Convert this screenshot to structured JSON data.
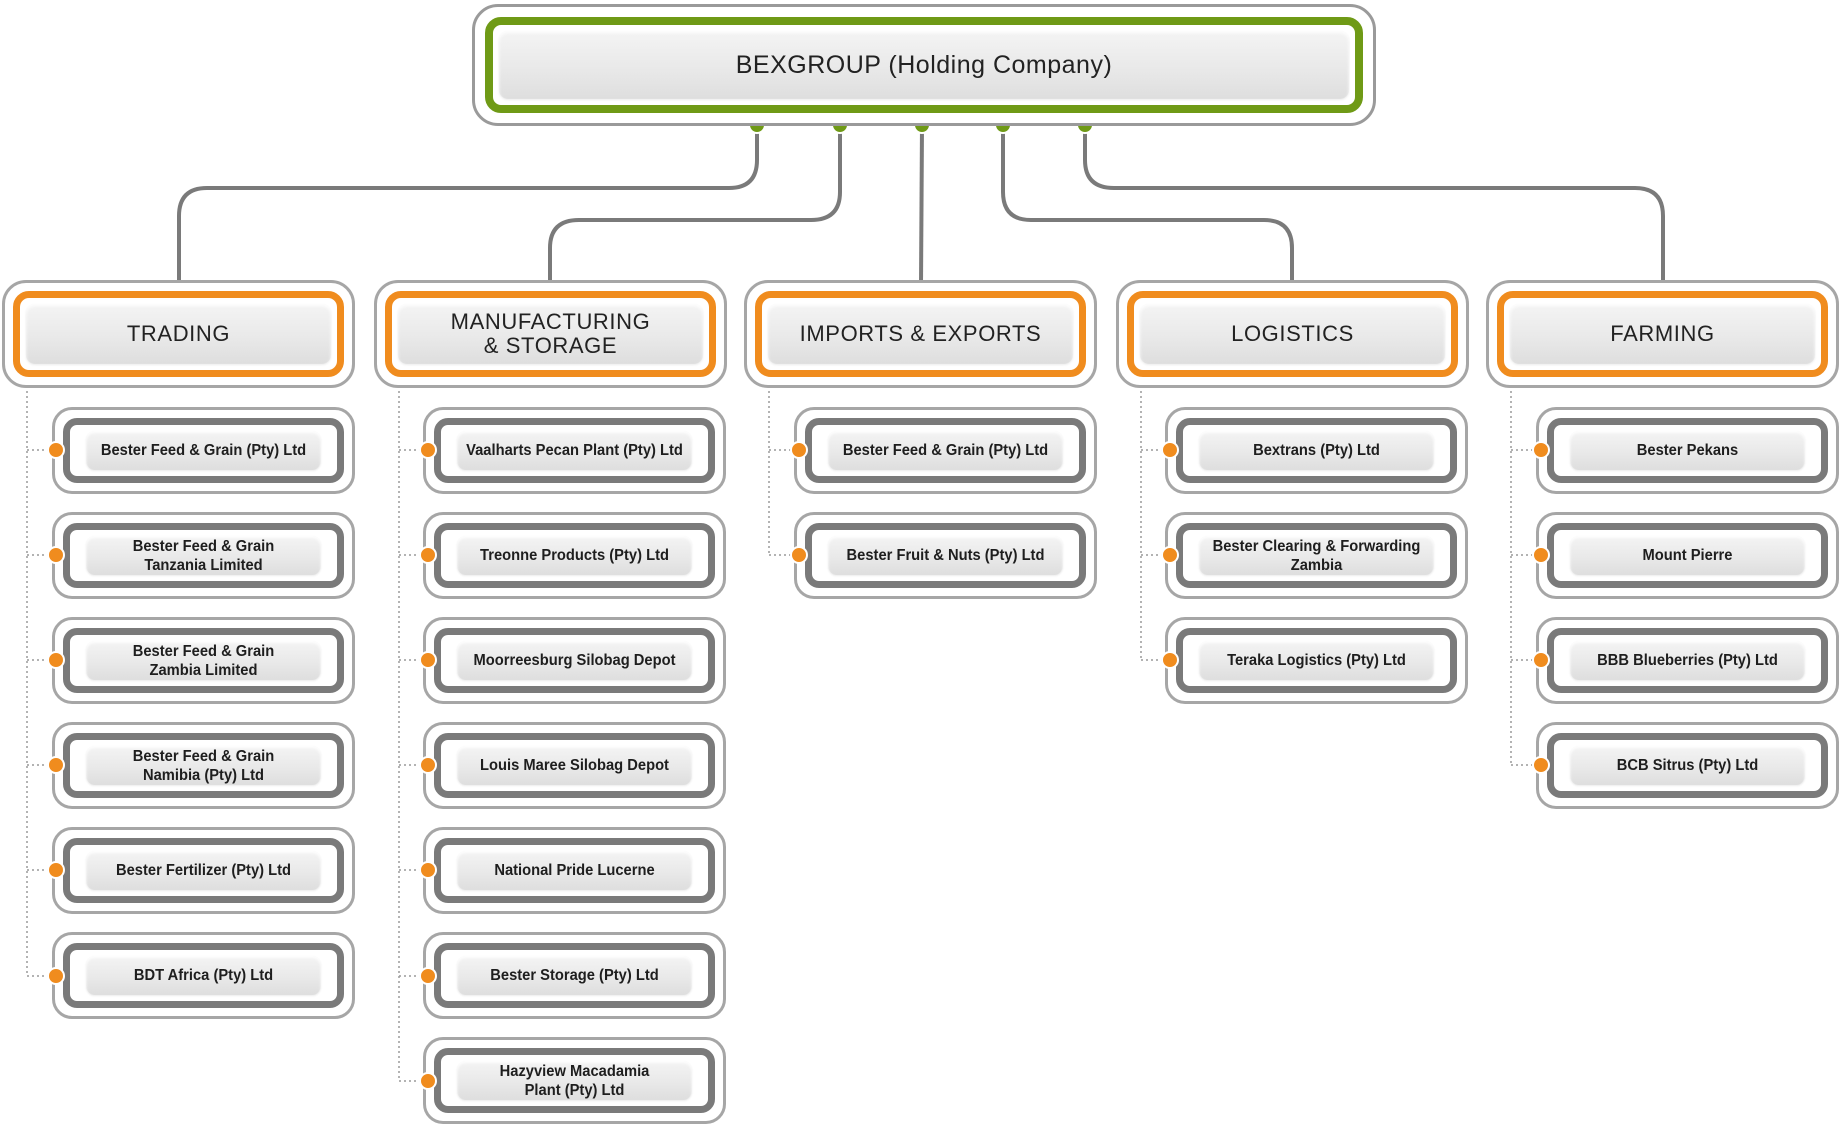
{
  "root": {
    "title": "BEXGROUP (Holding Company)"
  },
  "colors": {
    "root_ring": "#6f9a16",
    "category_ring": "#f08c1e",
    "leaf_ring": "#7a7a7a",
    "connector": "#7a7a7a",
    "root_node_dot": "#6f9a16",
    "leaf_node_dot": "#f08c1e"
  },
  "categories": [
    {
      "label": "TRADING",
      "companies": [
        "Bester Feed & Grain (Pty) Ltd",
        "Bester Feed & Grain\nTanzania Limited",
        "Bester Feed & Grain\nZambia Limited",
        "Bester Feed & Grain\nNamibia (Pty) Ltd",
        "Bester Fertilizer (Pty) Ltd",
        "BDT Africa (Pty) Ltd"
      ]
    },
    {
      "label": "MANUFACTURING\n& STORAGE",
      "companies": [
        "Vaalharts Pecan Plant (Pty) Ltd",
        "Treonne Products (Pty) Ltd",
        "Moorreesburg Silobag Depot",
        "Louis Maree Silobag Depot",
        "National Pride Lucerne",
        "Bester Storage (Pty) Ltd",
        "Hazyview Macadamia\nPlant (Pty) Ltd"
      ]
    },
    {
      "label": "IMPORTS & EXPORTS",
      "companies": [
        "Bester Feed & Grain (Pty) Ltd",
        "Bester Fruit & Nuts (Pty) Ltd"
      ]
    },
    {
      "label": "LOGISTICS",
      "companies": [
        "Bextrans (Pty) Ltd",
        "Bester Clearing & Forwarding\nZambia",
        "Teraka Logistics (Pty) Ltd"
      ]
    },
    {
      "label": "FARMING",
      "companies": [
        "Bester Pekans",
        "Mount Pierre",
        "BBB Blueberries (Pty) Ltd",
        "BCB Sitrus (Pty) Ltd"
      ]
    }
  ]
}
